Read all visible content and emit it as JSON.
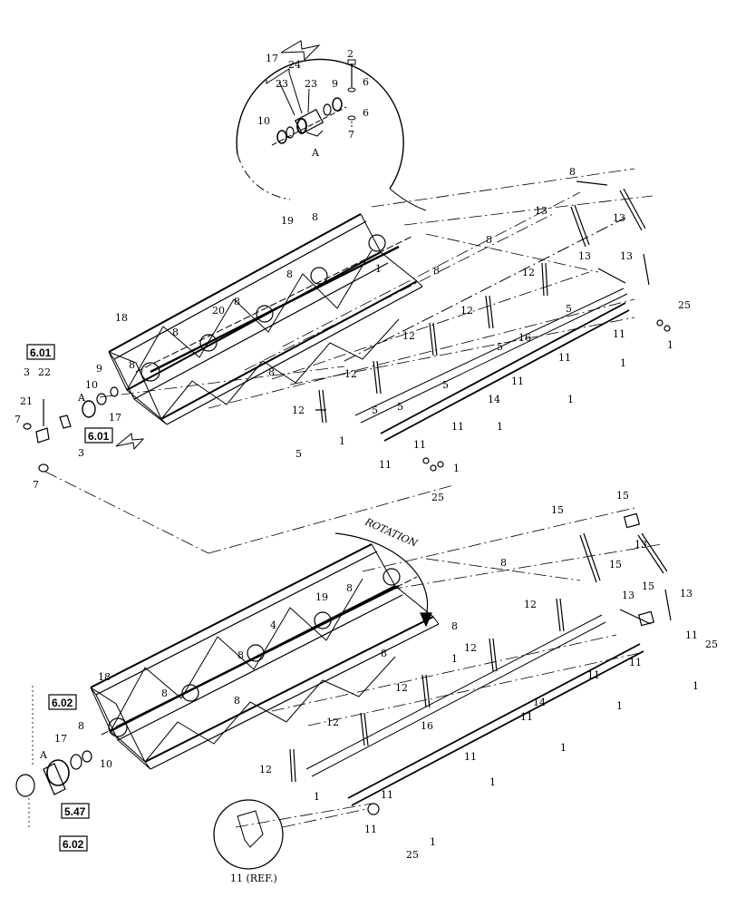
{
  "detail": {
    "view_letter": "A",
    "callouts": [
      "17",
      "24",
      "23",
      "23",
      "2",
      "9",
      "6",
      "6",
      "10",
      "7"
    ]
  },
  "upper_assembly": {
    "callouts": [
      "19",
      "8",
      "8",
      "8",
      "8",
      "20",
      "18",
      "8",
      "8",
      "9",
      "10",
      "22",
      "3",
      "21",
      "7",
      "3",
      "7",
      "A",
      "17",
      "8",
      "13",
      "13",
      "13",
      "13",
      "8",
      "12",
      "12",
      "12",
      "12",
      "12",
      "5",
      "5",
      "5",
      "5",
      "5",
      "5",
      "16",
      "14",
      "11",
      "11",
      "11",
      "11",
      "11",
      "11",
      "1",
      "1",
      "1",
      "1",
      "1",
      "1",
      "25",
      "25",
      "1",
      "8"
    ]
  },
  "lower_assembly": {
    "rotation_label": "ROTATION",
    "callouts": [
      "19",
      "8",
      "4",
      "8",
      "8",
      "18",
      "8",
      "8",
      "A",
      "17",
      "10",
      "15",
      "13",
      "15",
      "15",
      "13",
      "13",
      "15",
      "8",
      "12",
      "8",
      "12",
      "12",
      "12",
      "12",
      "16",
      "14",
      "11",
      "11",
      "11",
      "11",
      "11",
      "11",
      "11",
      "1",
      "1",
      "1",
      "1",
      "1",
      "1",
      "25",
      "25",
      "1",
      "8"
    ],
    "ref_label": "11 (REF.)"
  },
  "ref_boxes": {
    "upper_a": "6.01",
    "upper_b": "6.01",
    "lower_a": "6.02",
    "lower_b": "5.47",
    "lower_c": "6.02"
  }
}
